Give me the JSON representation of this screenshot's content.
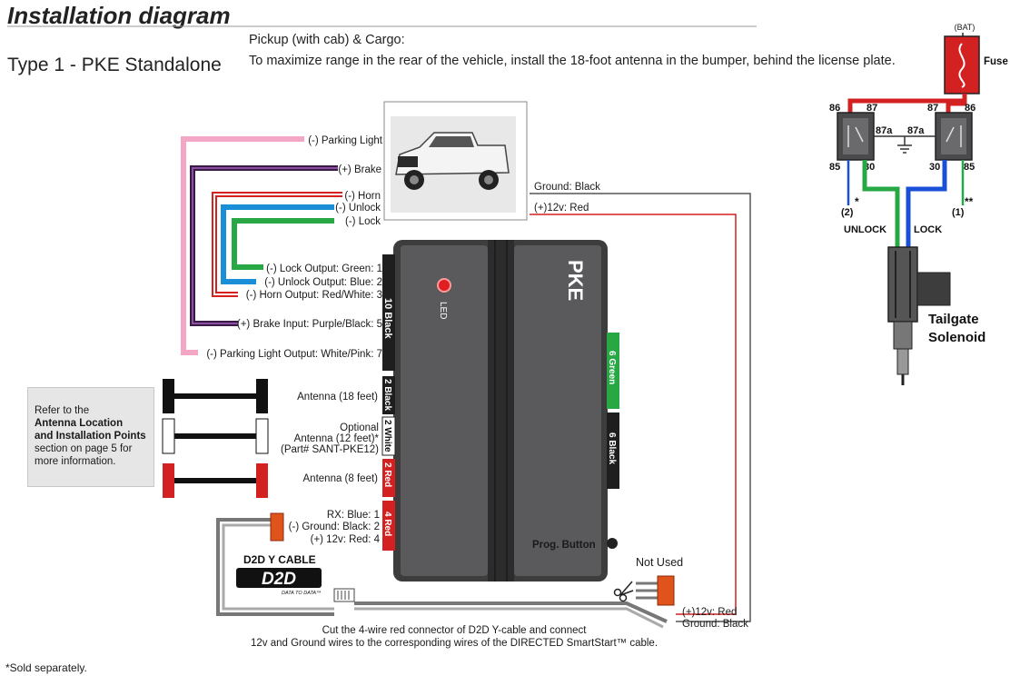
{
  "header": {
    "title": "Installation diagram",
    "subtitle": "Type 1 - PKE Standalone",
    "pickup_title": "Pickup (with cab) & Cargo:",
    "pickup_desc": "To maximize range in the rear of the vehicle, install the 18-foot antenna in the bumper, behind the license plate."
  },
  "wires_left": {
    "parking_light": "(-) Parking Light",
    "brake": "(+) Brake",
    "horn": "(-) Horn",
    "unlock": "(-) Unlock",
    "lock": "(-) Lock"
  },
  "outputs": {
    "lock_output": "(-) Lock Output: Green: 1",
    "unlock_output": "(-) Unlock Output: Blue: 2",
    "horn_output": "(-) Horn Output: Red/White: 3",
    "brake_input": "(+) Brake Input: Purple/Black: 5",
    "parking_output": "(-) Parking Light Output: White/Pink: 7"
  },
  "connectors": {
    "black10": "10 Black",
    "black2": "2 Black",
    "white2": "2 White",
    "red2": "2 Red",
    "red4": "4 Red",
    "green6": "6 Green",
    "black6": "6 Black"
  },
  "antennas": {
    "a18": "Antenna (18 feet)",
    "optional1": "Optional",
    "optional2": "Antenna (12 feet)*",
    "optional3": "(Part# SANT-PKE12)",
    "a8": "Antenna (8 feet)"
  },
  "note": {
    "line1": "Refer to the",
    "bold1": "Antenna Location",
    "bold2": "and Installation Points",
    "line2": "section on page 5 for",
    "line3": "more information."
  },
  "module": {
    "name": "PKE",
    "led": "LED",
    "prog_button": "Prog. Button"
  },
  "d2d": {
    "rx": "RX: Blue: 1",
    "ground": "(-) Ground: Black: 2",
    "v12": "(+) 12v: Red: 4",
    "cable_label": "D2D Y CABLE",
    "logo": "D2D",
    "logo_sub": "DATA TO DATA™"
  },
  "power": {
    "ground_black": "Ground: Black",
    "v12_red": "(+)12v: Red",
    "not_used": "Not Used",
    "bottom_v12": "(+)12v: Red",
    "bottom_ground": "Ground: Black"
  },
  "instructions": {
    "line1": "Cut the 4-wire red connector of D2D Y-cable and connect",
    "line2": "12v and Ground wires to the corresponding wires of the DIRECTED SmartStart™ cable."
  },
  "relay": {
    "bat": "(BAT)",
    "fuse": "Fuse",
    "p86a": "86",
    "p87a": "87",
    "p87a_a": "87a",
    "p87a_b": "87a",
    "p87b": "87",
    "p86b": "86",
    "p85a": "85",
    "p30a": "30",
    "p30b": "30",
    "p85b": "85",
    "star1": "*",
    "star2": "**",
    "n2": "(2)",
    "n1": "(1)",
    "unlock": "UNLOCK",
    "lock": "LOCK",
    "solenoid1": "Tailgate",
    "solenoid2": "Solenoid"
  },
  "footnote": "*Sold separately.",
  "colors": {
    "pink": "#f4a6c6",
    "purple": "#5b2b6e",
    "red": "#d32020",
    "blue": "#1a8fd8",
    "green": "#27a844",
    "module": "#5a5a5c"
  }
}
